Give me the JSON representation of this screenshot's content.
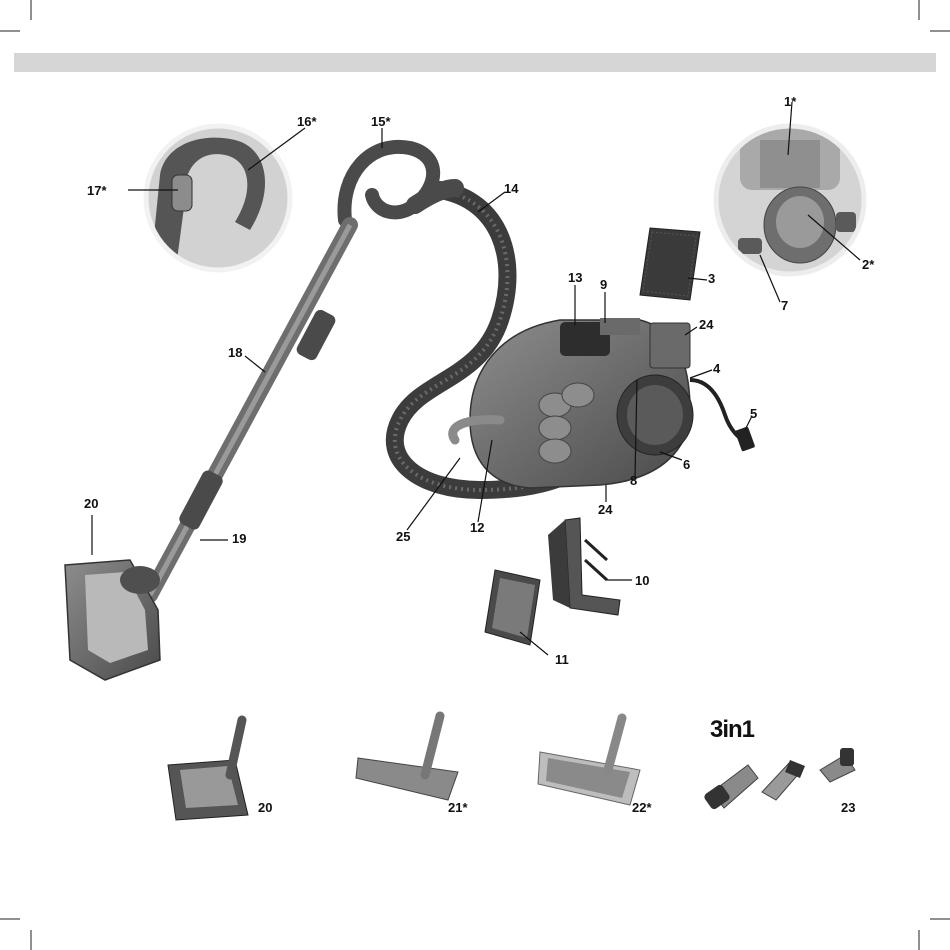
{
  "labels": {
    "l1": "1*",
    "l2": "2*",
    "l3": "3",
    "l4": "4",
    "l5": "5",
    "l6": "6",
    "l7": "7",
    "l8": "8",
    "l9": "9",
    "l10": "10",
    "l11": "11",
    "l12": "12",
    "l13": "13",
    "l14": "14",
    "l15": "15*",
    "l16": "16*",
    "l17": "17*",
    "l18": "18",
    "l19": "19",
    "l20a": "20",
    "l20b": "20",
    "l21": "21*",
    "l22": "22*",
    "l23": "23",
    "l24a": "24",
    "l24b": "24",
    "l25": "25",
    "threeinone": "3in1"
  },
  "colors": {
    "body_dark": "#5a5a5a",
    "body_mid": "#7c7c7c",
    "body_light": "#a8a8a8",
    "bar": "#d6d6d6",
    "label": "#111111"
  }
}
